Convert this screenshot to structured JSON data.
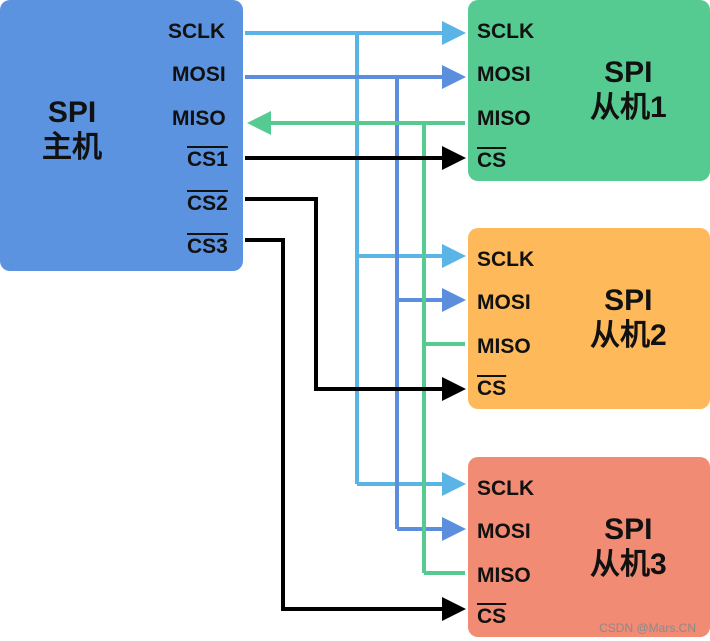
{
  "colors": {
    "master": "#5b93e0",
    "slave1": "#55cb92",
    "slave2": "#fdb95a",
    "slave3": "#f28b74",
    "sclk_wire": "#5ab4e5",
    "mosi_wire": "#5b8fde",
    "miso_wire": "#55cb92",
    "cs_wire": "#000000"
  },
  "master": {
    "title_line1": "SPI",
    "title_line2": "主机",
    "pins": {
      "sclk": "SCLK",
      "mosi": "MOSI",
      "miso": "MISO",
      "cs1": "CS1",
      "cs2": "CS2",
      "cs3": "CS3"
    }
  },
  "slaves": [
    {
      "title_line1": "SPI",
      "title_line2": "从机1",
      "pins": {
        "sclk": "SCLK",
        "mosi": "MOSI",
        "miso": "MISO",
        "cs": "CS"
      }
    },
    {
      "title_line1": "SPI",
      "title_line2": "从机2",
      "pins": {
        "sclk": "SCLK",
        "mosi": "MOSI",
        "miso": "MISO",
        "cs": "CS"
      }
    },
    {
      "title_line1": "SPI",
      "title_line2": "从机3",
      "pins": {
        "sclk": "SCLK",
        "mosi": "MOSI",
        "miso": "MISO",
        "cs": "CS"
      }
    }
  ],
  "watermark": "CSDN @Mars.CN"
}
